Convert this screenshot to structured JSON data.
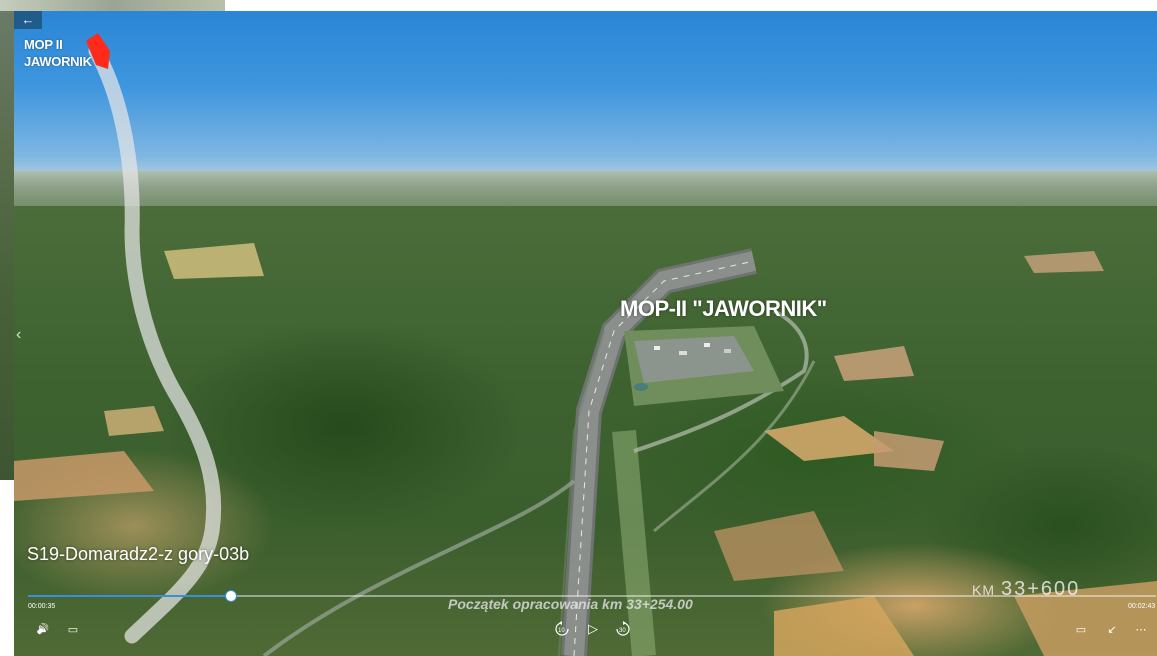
{
  "overlay": {
    "route_label_line1": "MOP II",
    "route_label_line2": "JAWORNIK",
    "mop_label": "MOP-II \"JAWORNIK\"",
    "km_prefix": "KM",
    "km_value": "33+600",
    "start_label": "Początek opracowania km 33+254.00"
  },
  "player": {
    "title": "S19-Domaradz2-z gory-03b",
    "elapsed": "00:00:35",
    "duration": "00:02:43",
    "progress": 0.18,
    "back_icon": "←",
    "volume_icon": "🔊",
    "captions_icon": "▭",
    "rewind_label": "10",
    "play_icon": "▷",
    "forward_label": "30",
    "miniview_icon": "▭",
    "exit_fullscreen_icon": "↙",
    "more_icon": "⋯",
    "prev_icon": "‹"
  },
  "colors": {
    "accent": "#3b8fd6",
    "marker": "#ff2a1a"
  }
}
